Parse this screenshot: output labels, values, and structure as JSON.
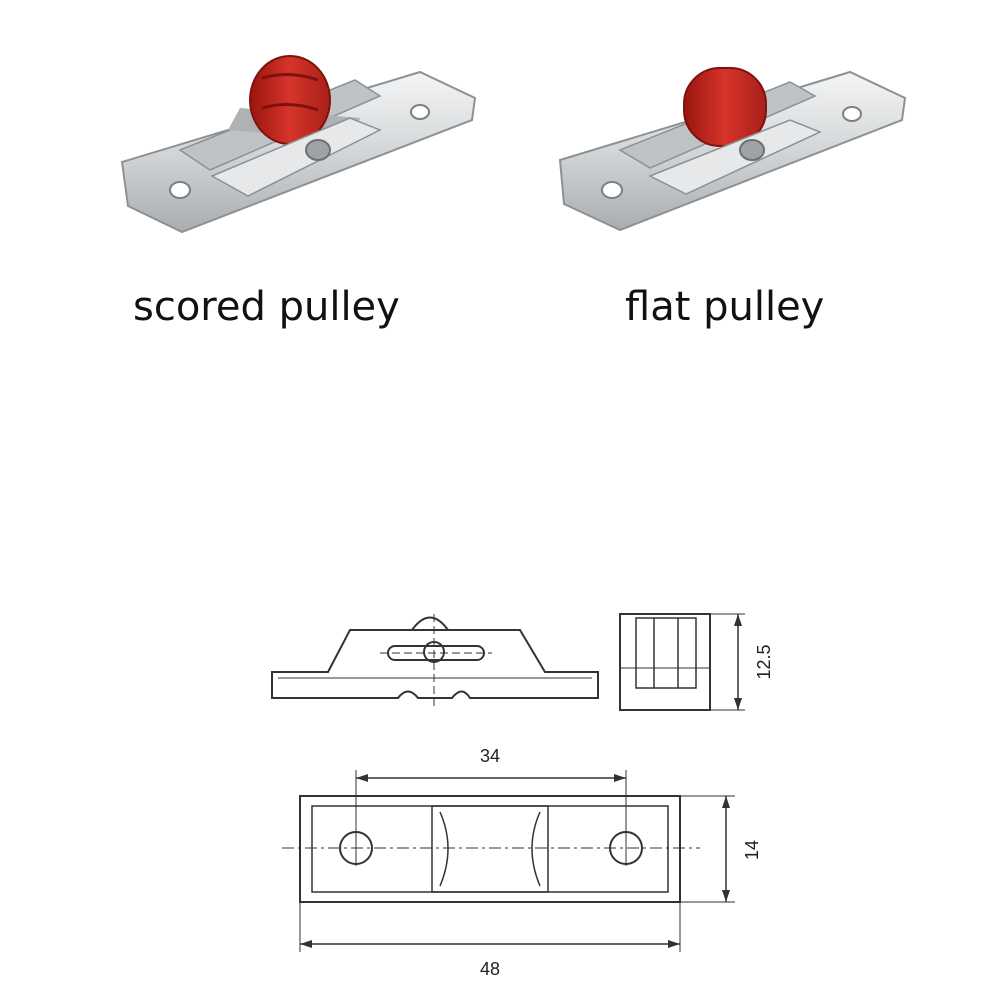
{
  "products": [
    {
      "label": "scored pulley",
      "wheel": "scored"
    },
    {
      "label": "flat pulley",
      "wheel": "flat"
    }
  ],
  "colors": {
    "wheel": "#c8281f",
    "metal": "#d9dcde",
    "line": "#333333"
  },
  "dimensions": {
    "height": "12.5",
    "hole_spacing": "34",
    "width": "14",
    "length": "48"
  }
}
